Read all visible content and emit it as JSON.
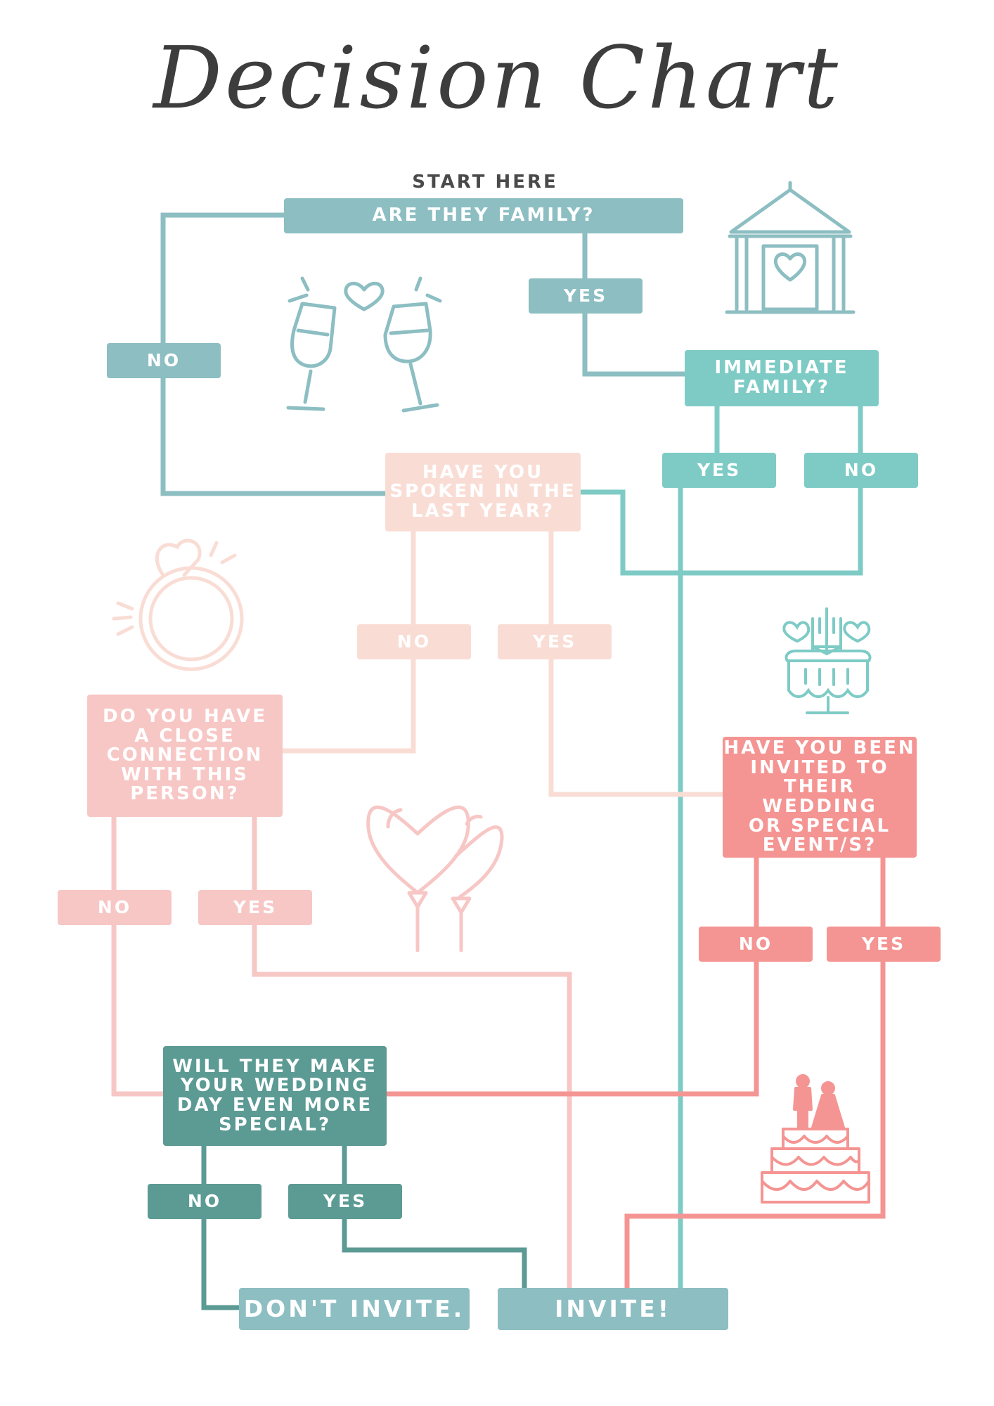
{
  "title": "Decision Chart",
  "start": "START HERE",
  "nodes": {
    "family": "ARE THEY FAMILY?",
    "immediate": "IMMEDIATE\nFAMILY?",
    "spoken": "HAVE YOU\nSPOKEN IN THE\nLAST YEAR?",
    "connection": "DO YOU HAVE\nA CLOSE\nCONNECTION\nWITH THIS\nPERSON?",
    "invited": "HAVE YOU BEEN\nINVITED TO\nTHEIR WEDDING\nOR SPECIAL\nEVENT/S?",
    "special": "WILL THEY MAKE\nYOUR WEDDING\nDAY EVEN MORE\nSPECIAL?"
  },
  "outcomes": {
    "dont": "DON'T INVITE.",
    "invite": "INVITE!"
  },
  "labels": {
    "family_yes": "YES",
    "family_no": "NO",
    "immediate_yes": "YES",
    "immediate_no": "NO",
    "spoken_no": "NO",
    "spoken_yes": "YES",
    "connection_no": "NO",
    "connection_yes": "YES",
    "invited_no": "NO",
    "invited_yes": "YES",
    "special_no": "NO",
    "special_yes": "YES"
  },
  "colors": {
    "teal": "#8cbec2",
    "aqua": "#7ecbc6",
    "peach": "#f9ddd5",
    "pink": "#f7c7c5",
    "coral": "#f49593",
    "dark_teal": "#5c9a94",
    "title": "#3d3d3d"
  },
  "icons": [
    "gazebo-heart-icon",
    "champagne-toast-icon",
    "diamond-ring-icon",
    "cake-table-icon",
    "heart-balloons-icon",
    "wedding-cake-couple-icon"
  ]
}
